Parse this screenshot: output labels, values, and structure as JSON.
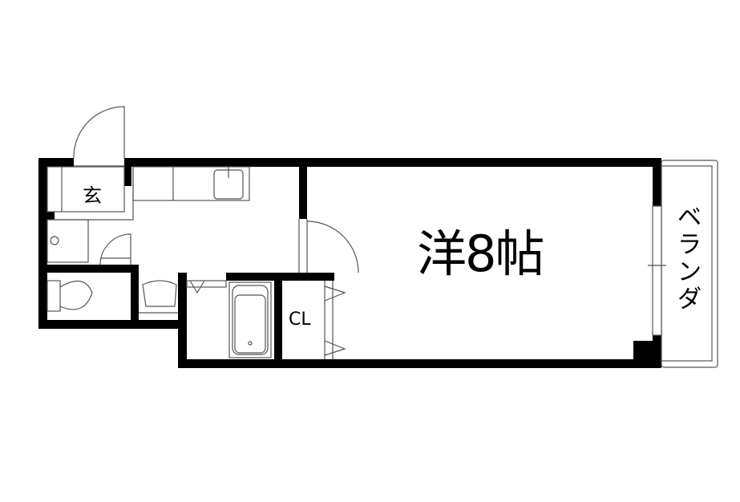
{
  "floor_plan": {
    "rooms": {
      "main_room": "洋8帖",
      "entrance": "玄",
      "closet": "CL",
      "veranda": "ベランダ"
    },
    "colors": {
      "wall": "#000000",
      "thin_line": "#555555",
      "background": "#ffffff"
    }
  }
}
